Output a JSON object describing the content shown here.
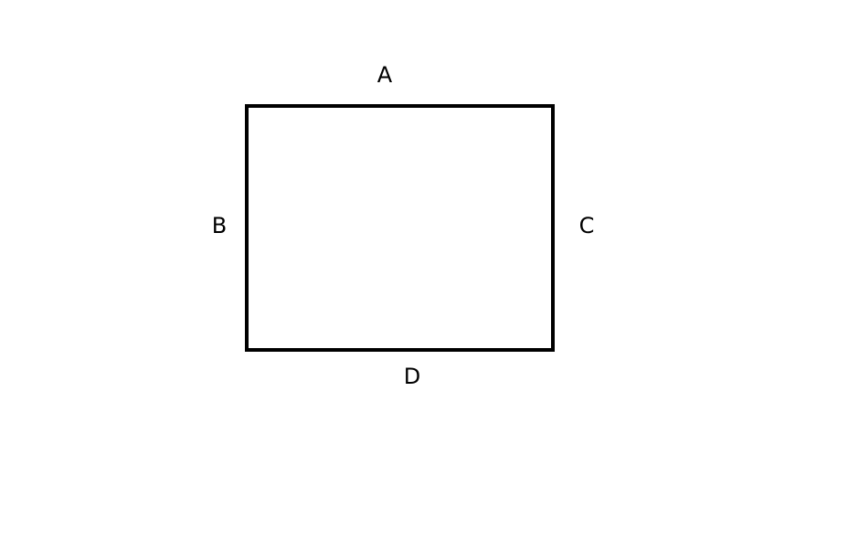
{
  "diagram": {
    "labels": {
      "top": "A",
      "left": "B",
      "right": "C",
      "bottom": "D"
    },
    "colors": {
      "background": "#ffffff",
      "stroke": "#000000",
      "text": "#000000"
    }
  }
}
